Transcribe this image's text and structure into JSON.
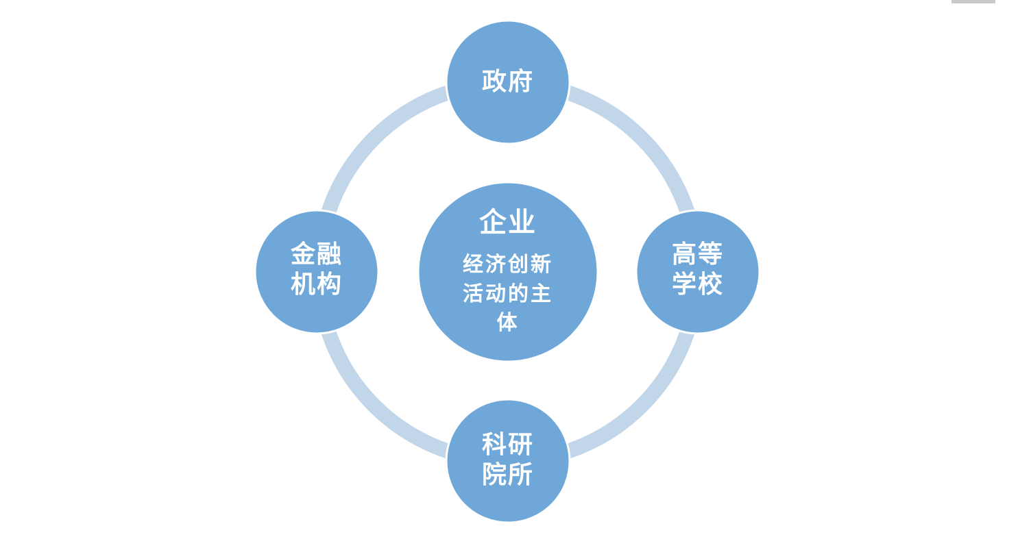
{
  "colors": {
    "node_fill": "#6fa8d8",
    "ring": "#c2d6ea",
    "text": "#ffffff",
    "corner_mark": "#c8c8c8"
  },
  "center": {
    "title": "企业",
    "lines": [
      "经济创新",
      "活动的主",
      "体"
    ]
  },
  "nodes": {
    "top": {
      "lines": [
        "政府"
      ]
    },
    "right": {
      "lines": [
        "高等",
        "学校"
      ]
    },
    "bottom": {
      "lines": [
        "科研",
        "院所"
      ]
    },
    "left": {
      "lines": [
        "金融",
        "机构"
      ]
    }
  }
}
